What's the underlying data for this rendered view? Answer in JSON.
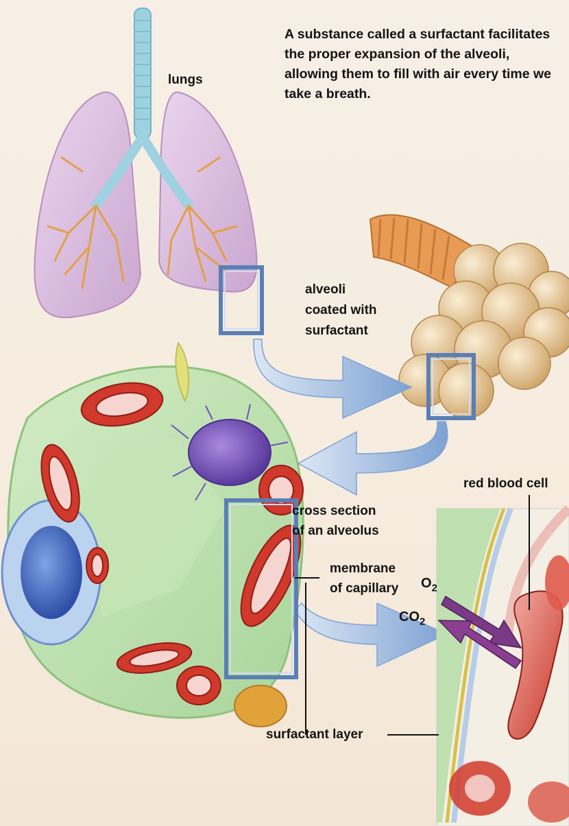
{
  "description": "A substance called a surfactant facilitates the proper expansion of the alveoli, allowing them to fill with air every time we take a breath.",
  "labels": {
    "lungs": "lungs",
    "alveoli_line1": "alveoli",
    "alveoli_line2": "coated with",
    "alveoli_line3": "surfactant",
    "cross_section_line1": "cross section",
    "cross_section_line2": "of an alveolus",
    "membrane_line1": "membrane",
    "membrane_line2": "of capillary",
    "red_blood_cell": "red blood cell",
    "surfactant_layer": "surfactant layer",
    "o2_base": "O",
    "o2_sub": "2",
    "co2_base": "CO",
    "co2_sub": "2"
  },
  "colors": {
    "frame": "#5a7fb6",
    "arrow": "#8fb0dc",
    "lung_tissue": "#d7b6dc",
    "airway": "#9ed2e0",
    "bronchi": "#e3a047",
    "alveoli": "#e8c794",
    "green_tissue": "#bfe0b0",
    "red_cell": "#d0392b",
    "o2_arrow": "#7a3a86",
    "co2_arrow": "#8a3f93"
  }
}
